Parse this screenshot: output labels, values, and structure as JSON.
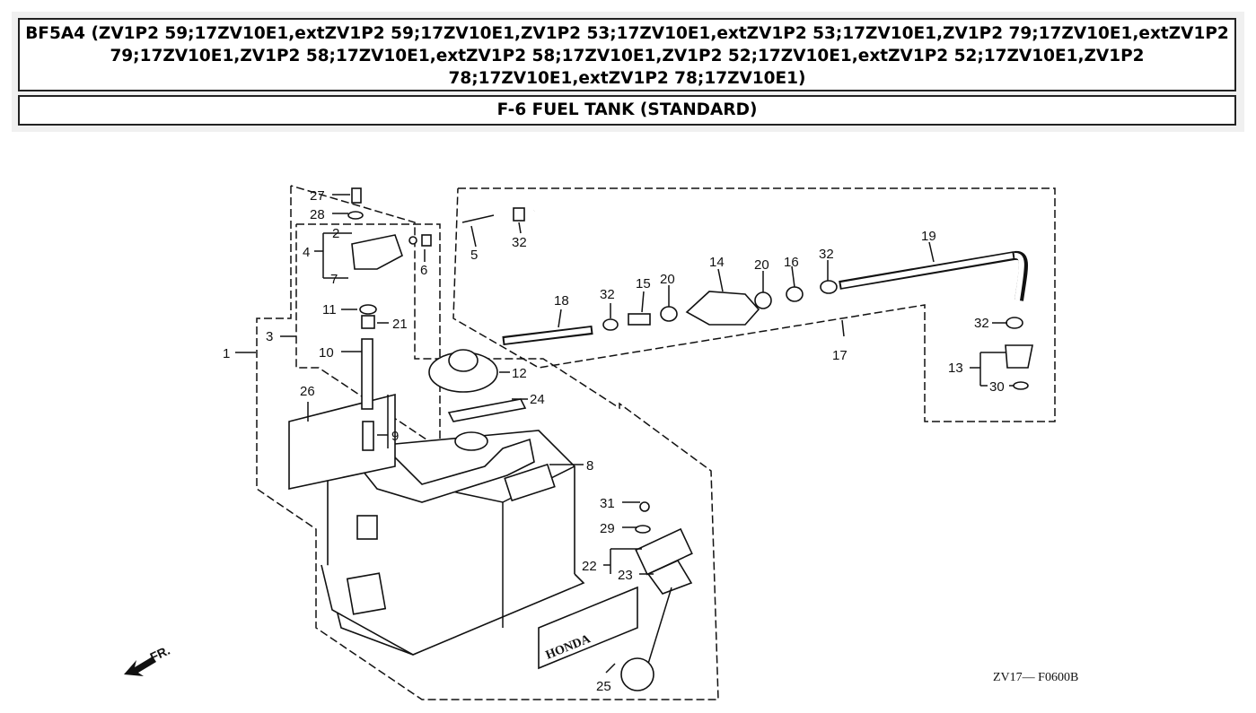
{
  "header": {
    "model_title": "BF5A4 (ZV1P2 59;17ZV10E1,extZV1P2 59;17ZV10E1,ZV1P2 53;17ZV10E1,extZV1P2 53;17ZV10E1,ZV1P2 79;17ZV10E1,extZV1P2 79;17ZV10E1,ZV1P2 58;17ZV10E1,extZV1P2 58;17ZV10E1,ZV1P2 52;17ZV10E1,extZV1P2 52;17ZV10E1,ZV1P2 78;17ZV10E1,extZV1P2 78;17ZV10E1)",
    "section_title": "F-6 FUEL TANK (STANDARD)"
  },
  "diagram": {
    "part_numbers": {
      "p1": "1",
      "p2": "2",
      "p3": "3",
      "p4": "4",
      "p5": "5",
      "p6": "6",
      "p7": "7",
      "p8": "8",
      "p9": "9",
      "p10": "10",
      "p11": "11",
      "p12": "12",
      "p13": "13",
      "p14": "14",
      "p15": "15",
      "p16": "16",
      "p17": "17",
      "p18": "18",
      "p19": "19",
      "p20a": "20",
      "p20b": "20",
      "p21": "21",
      "p22": "22",
      "p23": "23",
      "p24": "24",
      "p25": "25",
      "p26": "26",
      "p27": "27",
      "p28": "28",
      "p29": "29",
      "p30": "30",
      "p31": "31",
      "p32a": "32",
      "p32b": "32",
      "p32c": "32",
      "p32d": "32"
    },
    "brand_mark": "HONDA",
    "front_arrow": "FR.",
    "figure_code": "ZV17— F0600B"
  }
}
